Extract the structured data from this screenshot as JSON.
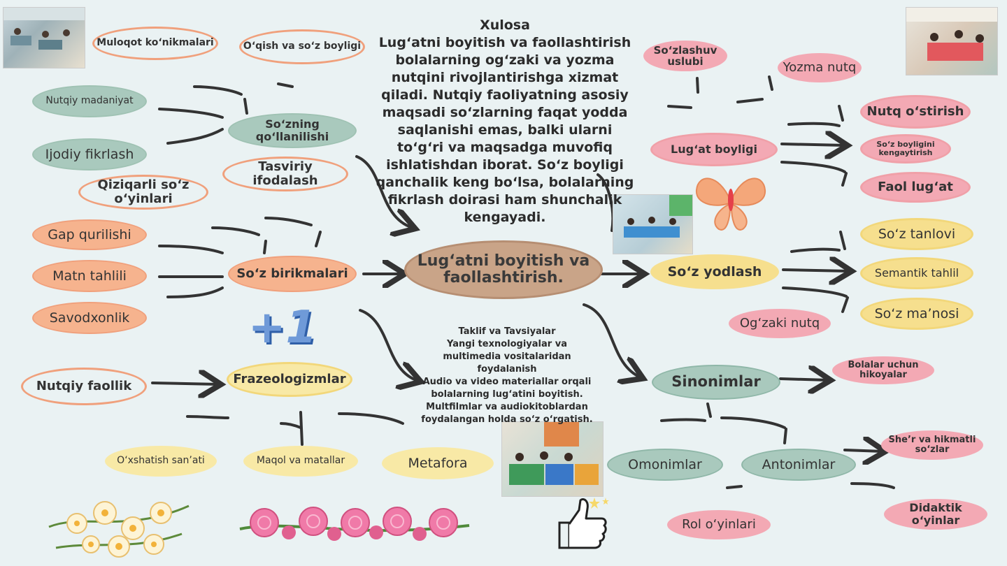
{
  "center": {
    "label": "Lug‘atni boyitish va faollashtirish."
  },
  "conclusion": {
    "title": "Xulosa",
    "body": "Lug‘atni boyitish va faollashtirish bolalarning og‘zaki va yozma nutqini rivojlantirishga xizmat qiladi. Nutqiy faoliyatning asosiy maqsadi so‘zlarning faqat yodda saqlanishi emas, balki ularni to‘g‘ri va maqsadga muvofiq ishlatishdan iborat. So‘z boyligi qanchalik keng bo‘lsa, bolalarning fikrlash doirasi ham shunchalik kengayadi."
  },
  "tips": {
    "title": "Taklif va Tavsiyalar",
    "line1": "Yangi texnologiyalar va multimedia vositalaridan foydalanish",
    "line2": "Audio va video materiallar orqali bolalarning lug‘atini boyitish.",
    "line3": "Multfilmlar va audiokitoblardan foydalangan holda so‘z o‘rgatish."
  },
  "nodes": {
    "muloqot": "Muloqot ko‘nikmalari",
    "oqish": "O‘qish va so‘z boyligi",
    "nutqiy_madaniyat": "Nutqiy madaniyat",
    "ijodiy": "Ijodiy fikrlash",
    "qoll": "So‘zning qo‘llanilishi",
    "tasviriy": "Tasviriy ifodalash",
    "qiziqarli": "Qiziqarli so‘z o‘yinlari",
    "gap": "Gap qurilishi",
    "matn": "Matn tahlili",
    "savodxonlik": "Savodxonlik",
    "birikma": "So‘z birikmalari",
    "nutqiy_faollik": "Nutqiy faollik",
    "frazeo": "Frazeologizmlar",
    "oxshatish": "O‘xshatish san’ati",
    "maqol": "Maqol va matallar",
    "metafora": "Metafora",
    "sozlashuv": "So‘zlashuv uslubi",
    "yozma": "Yozma nutq",
    "nutq_ostirish": "Nutq o‘stirish",
    "soz_boyligini": "So‘z boyligini kengaytirish",
    "faol": "Faol lug‘at",
    "lugat_boyligi": "Lug‘at boyligi",
    "tanlovi": "So‘z tanlovi",
    "semantik": "Semantik tahlil",
    "manosi": "So‘z ma’nosi",
    "yodlash": "So‘z yodlash",
    "ogzaki": "Og‘zaki nutq",
    "sinonim": "Sinonimlar",
    "hikoya": "Bolalar uchun hikoyalar",
    "omonim": "Omonimlar",
    "antonim": "Antonimlar",
    "sher": "She’r va hikmatli so‘zlar",
    "didaktik": "Didaktik o‘yinlar",
    "rol": "Rol o‘yinlari"
  },
  "badge": {
    "label": "+1"
  },
  "colors": {
    "background": "#eaf2f3",
    "orange": "#f6b38e",
    "teal": "#a9c9bd",
    "pink": "#f3a9b4",
    "yellow": "#f8e9a6",
    "center": "#c9a488",
    "arrow": "#333333"
  },
  "icons": {
    "thumb": "thumbs-up-icon",
    "butterfly": "butterfly-icon",
    "flowers": "flowers-decoration",
    "roses": "roses-decoration"
  }
}
